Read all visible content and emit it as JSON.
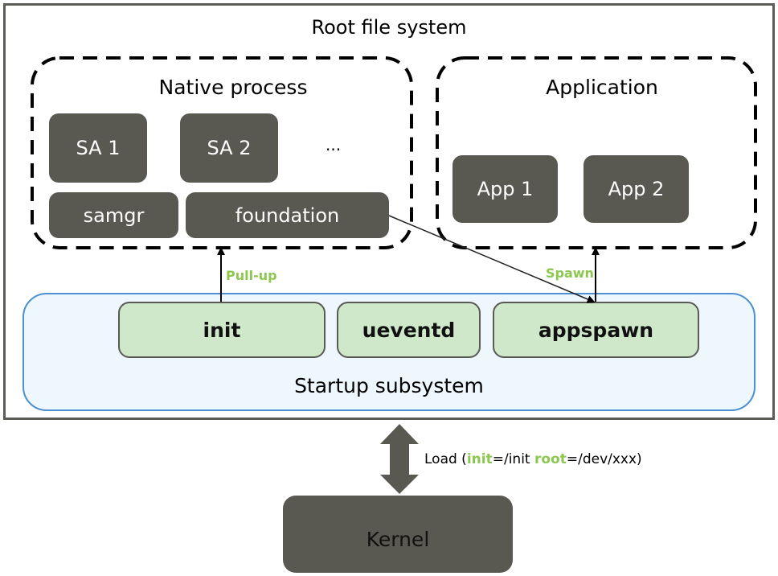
{
  "root_fs": {
    "title": "Root file system"
  },
  "native_process": {
    "title": "Native process",
    "items": [
      "SA 1",
      "SA 2",
      "samgr",
      "foundation"
    ],
    "ellipsis": "..."
  },
  "application": {
    "title": "Application",
    "items": [
      "App 1",
      "App 2"
    ]
  },
  "startup": {
    "title": "Startup subsystem",
    "items": [
      "init",
      "ueventd",
      "appspawn"
    ]
  },
  "edges": {
    "pull_up": "Pull-up",
    "spawn": "Spawn"
  },
  "load": {
    "prefix": "Load (",
    "init_key": "init",
    "init_val": "=/init ",
    "root_key": "root",
    "root_val": "=/dev/xxx)"
  },
  "kernel": {
    "title": "Kernel"
  },
  "colors": {
    "dark_box": "#5a5951",
    "green_box": "#cfe8c9",
    "startup_bg": "#eef7fd",
    "startup_border": "#4a90d2",
    "accent_green": "#8cc850"
  }
}
